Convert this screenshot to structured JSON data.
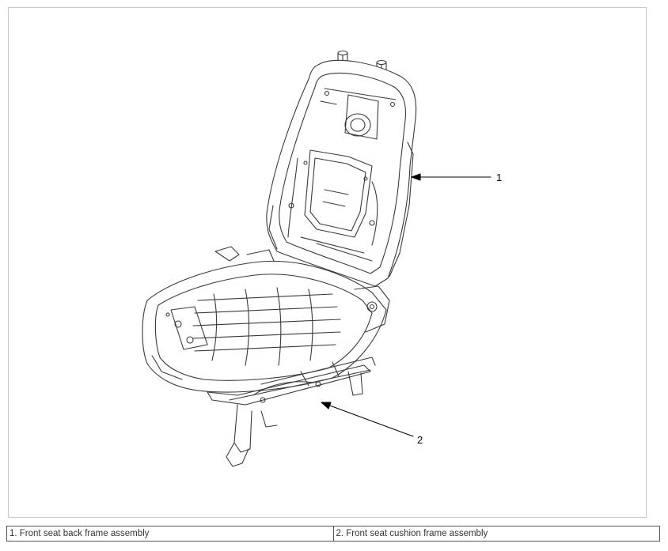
{
  "callouts": [
    {
      "number": "1"
    },
    {
      "number": "2"
    }
  ],
  "legend": {
    "items": [
      {
        "text": "1. Front seat back frame assembly"
      },
      {
        "text": "2. Front seat cushion frame assembly"
      }
    ]
  },
  "colors": {
    "line": "#3a3a3a",
    "frame_border": "#c8c8c8",
    "table_border": "#555555"
  }
}
